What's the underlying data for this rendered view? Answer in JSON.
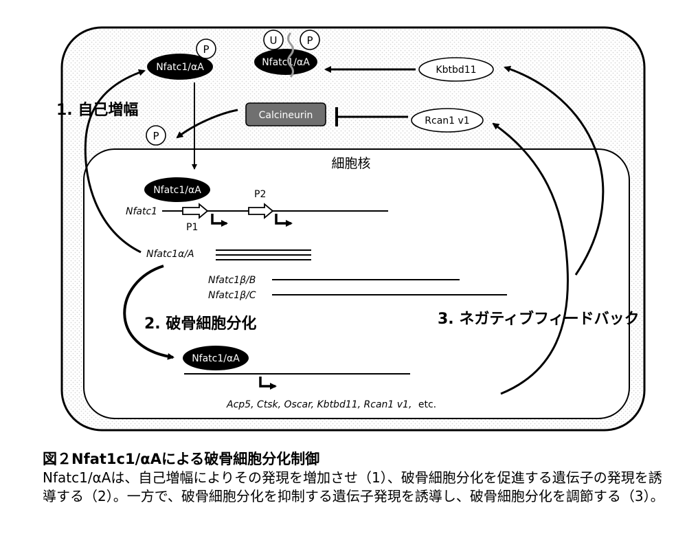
{
  "diagram": {
    "proteins": {
      "nfatc1_top": "Nfatc1/αA",
      "nfatc1_ub": "Nfatc1/αA",
      "nfatc1_nucleus": "Nfatc1/αA",
      "nfatc1_target": "Nfatc1/αA",
      "kbtbd11": "Kbtbd11",
      "rcan1": "Rcan1 v1",
      "calcineurin": "Calcineurin"
    },
    "modifications": {
      "phospho": "P",
      "ubiquitin": "U"
    },
    "compartments": {
      "nucleus": "細胞核"
    },
    "genes": {
      "nfatc1": "Nfatc1",
      "p1": "P1",
      "p2": "P2",
      "alpha_a": "Nfatc1α/A",
      "beta_b": "Nfatc1β/B",
      "beta_c": "Nfatc1β/C",
      "targets": "Acp5, Ctsk, Oscar, Kbtbd11, Rcan1 v1,",
      "targets_etc": "etc."
    },
    "labels": {
      "loop1": "1. 自己増幅",
      "loop2": "2. 破骨細胞分化",
      "loop3": "3. ネガティブフィードバック"
    }
  },
  "caption": {
    "title": "図２Nfat1c1/αAによる破骨細胞分化制御",
    "body": "Nfatc1/αAは、自己増幅によりその発現を増加させ（1）、破骨細胞分化を促進する遺伝子の発現を誘導する（2）。一方で、破骨細胞分化を抑制する遺伝子発現を誘導し、破骨細胞分化を調節する（3）。"
  }
}
